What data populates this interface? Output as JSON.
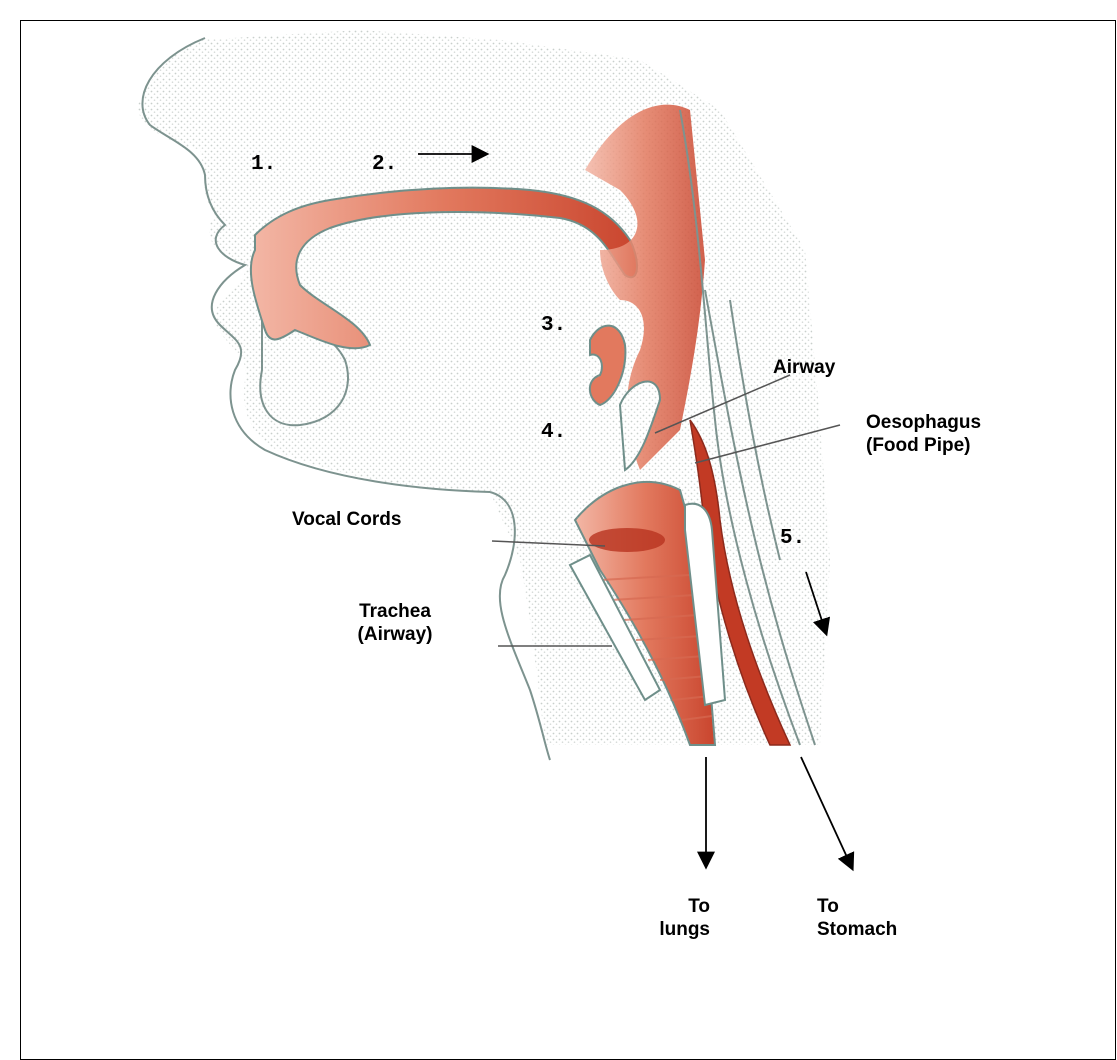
{
  "diagram": {
    "markers": [
      "1.",
      "2.",
      "3.",
      "4.",
      "5."
    ],
    "labels": {
      "airway": "Airway",
      "oesophagus_line1": "Oesophagus",
      "oesophagus_line2": "(Food Pipe)",
      "vocal_cords": "Vocal Cords",
      "trachea_line1": "Trachea",
      "trachea_line2": "(Airway)",
      "to_lungs_line1": "To",
      "to_lungs_line2": "lungs",
      "to_stomach_line1": "To",
      "to_stomach_line2": "Stomach"
    },
    "colors": {
      "tissue_outline": "#6f8f8a",
      "passage_red": "#e07c63",
      "passage_dark": "#c23a24",
      "skin_stipple": "#d8dcd9"
    }
  }
}
